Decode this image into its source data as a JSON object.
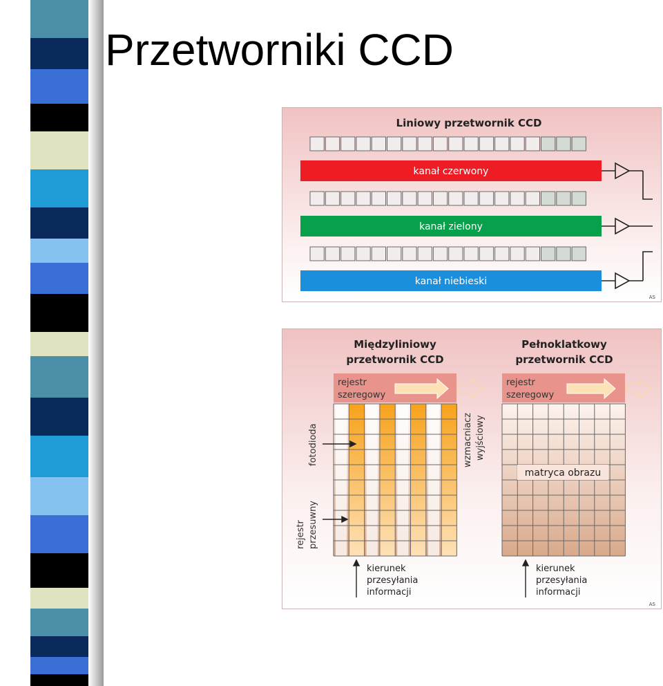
{
  "slide": {
    "title": "Przetworniki CCD"
  },
  "linear_diagram": {
    "title": "Liniowy przetwornik CCD",
    "channels": [
      "kanał czerwony",
      "kanał zielony",
      "kanał niebieski"
    ],
    "channel_colors": [
      "#ee1c25",
      "#08a04a",
      "#1b8fdb"
    ],
    "signature": "AS"
  },
  "matrix_diagram": {
    "interline": {
      "title_line1": "Międzyliniowy",
      "title_line2": "przetwornik CCD",
      "register_line1": "rejestr",
      "register_line2": "szeregowy",
      "photodiode_label": "fotodioda",
      "shift_register_line1": "rejestr",
      "shift_register_line2": "przesuwny",
      "amplifier_line1": "wzmacniacz",
      "amplifier_line2": "wyjściowy",
      "direction_line1": "kierunek",
      "direction_line2": "przesyłania",
      "direction_line3": "informacji"
    },
    "fullframe": {
      "title_line1": "Pełnoklatkowy",
      "title_line2": "przetwornik CCD",
      "register_line1": "rejestr",
      "register_line2": "szeregowy",
      "matrix_label": "matryca obrazu",
      "direction_line1": "kierunek",
      "direction_line2": "przesyłania",
      "direction_line3": "informacji"
    },
    "signature": "AS"
  }
}
